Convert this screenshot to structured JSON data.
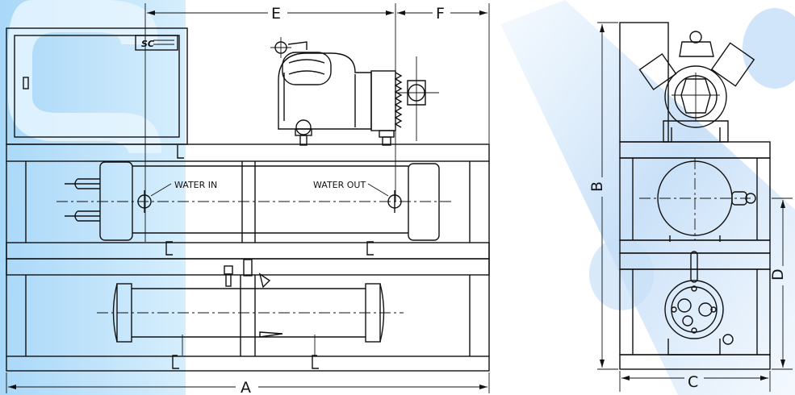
{
  "dimensions": {
    "a": "A",
    "b": "B",
    "c": "C",
    "d": "D",
    "e": "E",
    "f": "F"
  },
  "labels": {
    "water_in": "WATER IN",
    "water_out": "WATER OUT"
  },
  "nameplate": "SC",
  "colors": {
    "watermark_blue": "#bfe3fb",
    "line": "#111111"
  }
}
